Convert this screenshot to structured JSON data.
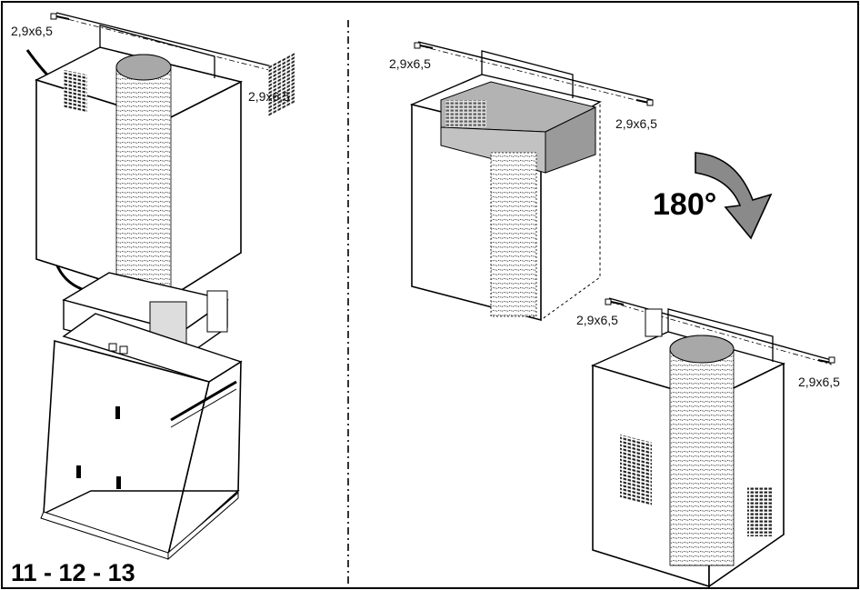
{
  "figure": {
    "step_label": "11 - 12 - 13",
    "rotation_label": "180°",
    "screw_labels": [
      "2,9x6,5",
      "2,9x6,5",
      "2,9x6,5",
      "2,9x6,5",
      "2,9x6,5",
      "2,9x6,5"
    ]
  },
  "colors": {
    "line": "#000000",
    "duct_fill": "#b0b0b0",
    "arrow_fill": "#8a8a8a"
  }
}
